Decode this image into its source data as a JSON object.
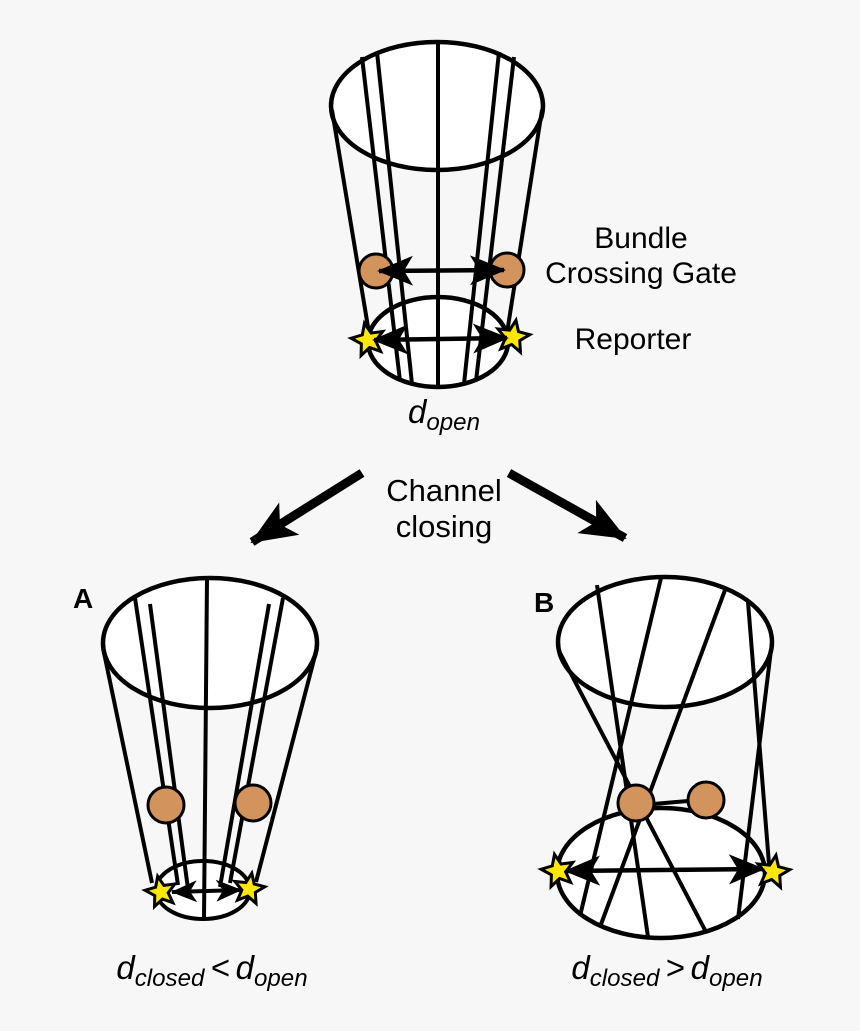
{
  "figure": {
    "annotations": {
      "gate_label": [
        "Bundle",
        "Crossing Gate"
      ],
      "reporter_label": "Reporter",
      "transition_label": [
        "Channel",
        "closing"
      ]
    },
    "open_state": {
      "distance": {
        "symbol": "d",
        "subscript": "open"
      }
    },
    "panel_a": {
      "letter": "A",
      "relation": {
        "left_symbol": "d",
        "left_subscript": "closed",
        "operator": "<",
        "right_symbol": "d",
        "right_subscript": "open"
      }
    },
    "panel_b": {
      "letter": "B",
      "relation": {
        "left_symbol": "d",
        "left_subscript": "closed",
        "operator": ">",
        "right_symbol": "d",
        "right_subscript": "open"
      }
    },
    "icons": {
      "gate": "gate-circle",
      "reporter": "reporter-star",
      "distance": "double-headed-arrow",
      "transition": "closing-arrow"
    },
    "colors": {
      "background": "#F7F7F7",
      "ink": "#000000",
      "structure_fill": "#FFFFFF",
      "gate": "#D2945C",
      "reporter": "#FFE605"
    }
  }
}
